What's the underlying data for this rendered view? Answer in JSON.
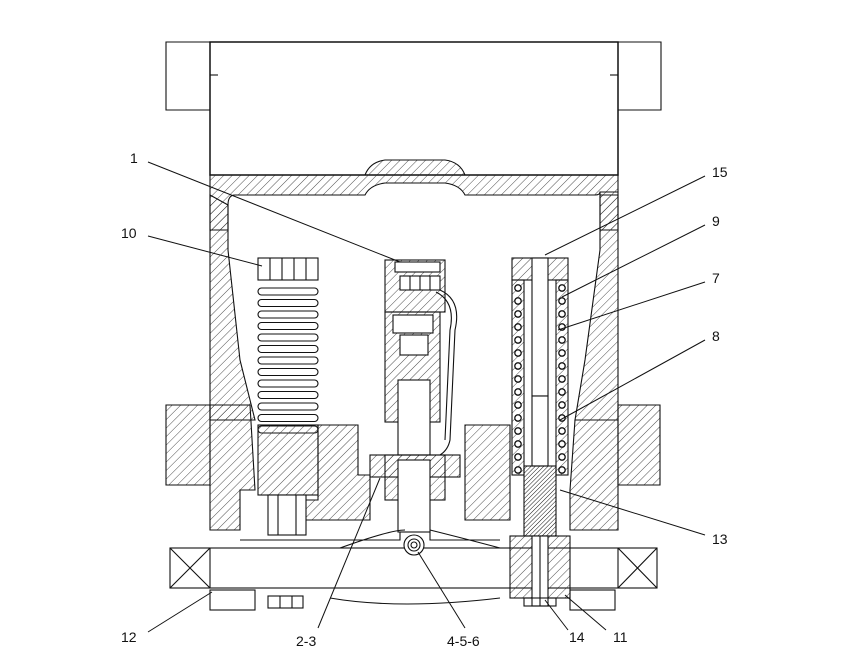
{
  "labels": {
    "l1": "1",
    "l10": "10",
    "l15": "15",
    "l9": "9",
    "l7": "7",
    "l8": "8",
    "l13": "13",
    "l12": "12",
    "l23": "2-3",
    "l456": "4-5-6",
    "l14": "14",
    "l11": "11"
  }
}
